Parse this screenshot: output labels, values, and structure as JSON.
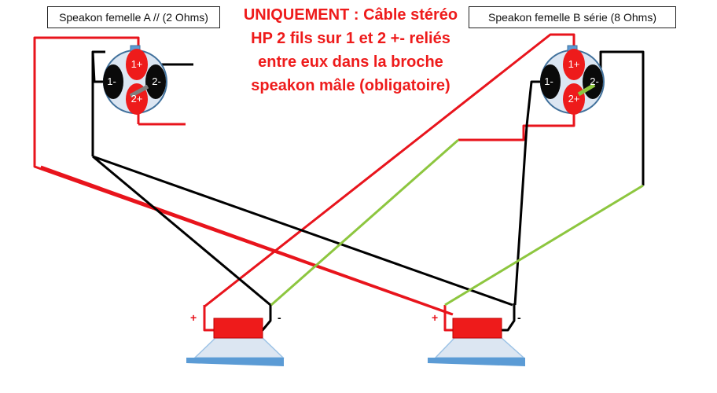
{
  "title": "UNIQUEMENT : Câble stéréo HP 2 fils sur 1 et 2 +- reliés entre eux dans la broche speakon mâle (obligatoire)",
  "connectors": {
    "a": {
      "label": "Speakon femelle A // (2 Ohms)",
      "pins": {
        "p1_plus": "1+",
        "p1_minus": "1-",
        "p2_plus": "2+",
        "p2_minus": "2-"
      }
    },
    "b": {
      "label": "Speakon femelle B série (8 Ohms)",
      "pins": {
        "p1_plus": "1+",
        "p1_minus": "1-",
        "p2_plus": "2+",
        "p2_minus": "2-"
      }
    }
  },
  "speakers": {
    "left": {
      "plus": "+",
      "minus": "-"
    },
    "right": {
      "plus": "+",
      "minus": "-"
    }
  },
  "colors": {
    "title": "#ee1b1b",
    "wire_red": "#e8141c",
    "wire_black": "#000000",
    "wire_green": "#8dc63f",
    "pin_red": "#ee1b1b",
    "pin_black": "#0a0a0a",
    "connector_body": "#dce6f2",
    "connector_outline": "#41719c",
    "speaker_magnet": "#ee1b1b",
    "speaker_cone": "#dce6f2",
    "speaker_base": "#5b9bd5"
  }
}
